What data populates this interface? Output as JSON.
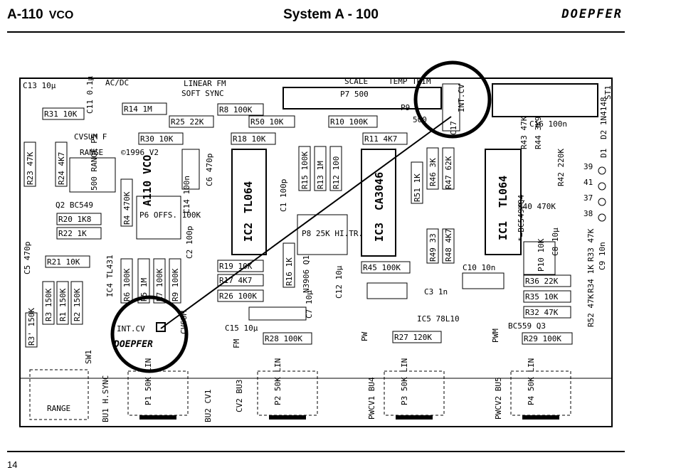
{
  "header": {
    "module": "A-110",
    "module_type": "VCO",
    "system": "System  A - 100",
    "brand": "DOEPFER"
  },
  "footer": {
    "page_number": "14"
  },
  "board": {
    "top_labels": [
      "C13 10µ",
      "AC/DC",
      "LINEAR FM",
      "SOFT SYNC",
      "SCALE",
      "TEMP TRIM",
      "P7  500",
      "P9",
      "500",
      "INT.CV",
      "C17",
      "ST1"
    ],
    "resistors": [
      "R31 10K",
      "R14 1M",
      "R8 100K",
      "R25 22K",
      "R50 10K",
      "R10 100K",
      "R30 10K",
      "R18 10K",
      "R11 4K7",
      "R23 47K",
      "R24 4K7",
      "R20 1K8",
      "R22 1K",
      "R21 10K",
      "R4 470K",
      "R15 100K",
      "R13 1M",
      "R12 100",
      "R51 1K",
      "R46 3K",
      "R47 62K",
      "R19 10K",
      "R17 4K7",
      "R26 100K",
      "R16 1K",
      "R45 100K",
      "R49 33",
      "R48 4K7",
      "R36 22K",
      "R35 10K",
      "R32 47K",
      "R29 100K",
      "R28 100K",
      "R27 120K",
      "R6 100K",
      "R5 1M",
      "R7 100K",
      "R9 100K",
      "R3 150K",
      "R1 150K",
      "R2 150K",
      "R3' 150K",
      "R43 47K",
      "R44 3K9",
      "R42 220K",
      "R40 470K",
      "R33 47K",
      "R34 1K",
      "R52 47K"
    ],
    "capacitors": [
      "C11 0.1µ",
      "C6 470p",
      "C14 100n",
      "C2 100p",
      "C1 100p",
      "C5 470p",
      "C10 10n",
      "C3 1n",
      "C7 10µ",
      "C12 10µ",
      "C15 10µ",
      "C16 100n",
      "C8 10µ",
      "C9 10n"
    ],
    "ics": [
      "TL064",
      "IC2",
      "CA3046",
      "IC3",
      "TL064",
      "IC1",
      "IC4 TL431",
      "IC5 78L10"
    ],
    "other_labels": [
      "CVSUM F",
      "RANGE",
      "©1996 V2",
      "A110 VCO",
      "500 RANGE P5",
      "P6 OFFS. 100K",
      "P8 25K HI.TR.",
      "P10 10K",
      "Q2 BC549",
      "N3906 Q1",
      "BC559 Q3",
      "*=BC549/Q4",
      "D1",
      "D2 1N4148",
      "CVSUM",
      "PW",
      "FM",
      "PWM",
      "SW1"
    ],
    "numbered_pads": [
      "39",
      "41",
      "37",
      "38"
    ],
    "pots": [
      "P1 50K LIN",
      "P2 50K LIN",
      "P3 50K LIN",
      "P4 50K LIN"
    ],
    "jacks": [
      "BU1 H.SYNC",
      "BU2 CV1",
      "CV2 BU3",
      "PWCV1 BU4",
      "PWCV2 BU5"
    ],
    "range_switch": "RANGE",
    "callout_label": "INT.CV",
    "callout_brand": "DOEPFER"
  }
}
